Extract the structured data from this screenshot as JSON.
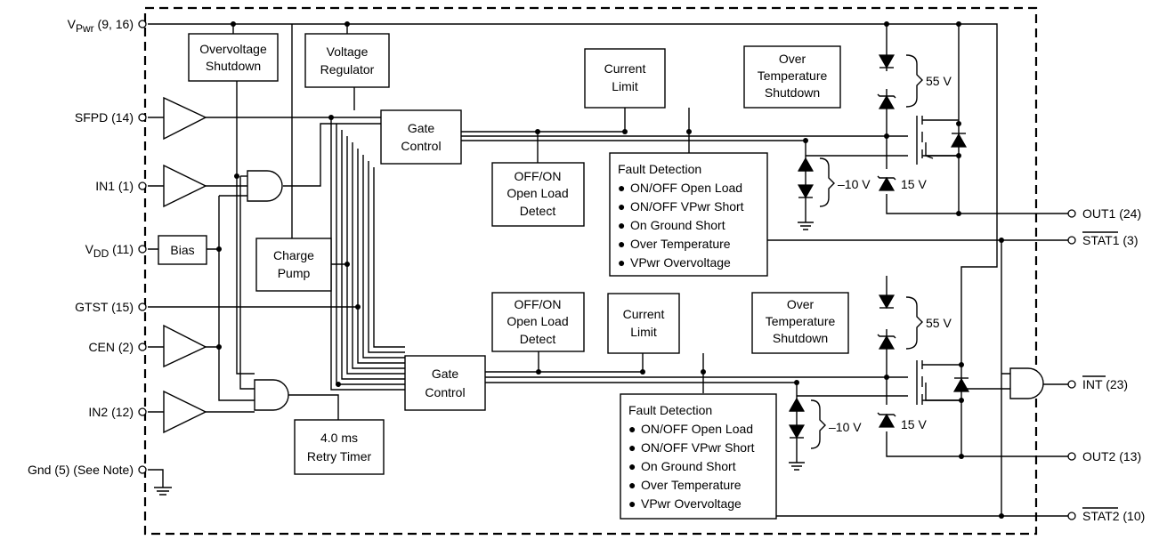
{
  "pins_left": {
    "vpwr": "VPwr (9, 16)",
    "sfpd": "SFPD (14)",
    "in1": "IN1 (1)",
    "vdd": "VDD (11)",
    "gtst": "GTST (15)",
    "cen": "CEN (2)",
    "in2": "IN2 (12)",
    "gnd": "Gnd (5) (See Note)"
  },
  "pins_right": {
    "out1": "OUT1 (24)",
    "stat1": "STAT1 (3)",
    "int": "INT (23)",
    "out2": "OUT2 (13)",
    "stat2": "STAT2 (10)"
  },
  "blocks": {
    "overvoltage_shutdown": [
      "Overvoltage",
      "Shutdown"
    ],
    "voltage_regulator": [
      "Voltage",
      "Regulator"
    ],
    "current_limit_1": [
      "Current",
      "Limit"
    ],
    "over_temp_1": [
      "Over",
      "Temperature",
      "Shutdown"
    ],
    "gate_control_1": [
      "Gate",
      "Control"
    ],
    "open_load_1": [
      "OFF/ON",
      "Open Load",
      "Detect"
    ],
    "bias": "Bias",
    "charge_pump": [
      "Charge",
      "Pump"
    ],
    "open_load_2": [
      "OFF/ON",
      "Open Load",
      "Detect"
    ],
    "current_limit_2": [
      "Current",
      "Limit"
    ],
    "over_temp_2": [
      "Over",
      "Temperature",
      "Shutdown"
    ],
    "gate_control_2": [
      "Gate",
      "Control"
    ],
    "retry_timer": [
      "4.0 ms",
      "Retry Timer"
    ]
  },
  "fault_detection": {
    "title": "Fault Detection",
    "items": [
      "ON/OFF Open Load",
      "ON/OFF VPwr Short",
      "On Ground Short",
      "Over Temperature",
      "VPwr Overvoltage"
    ]
  },
  "zener_labels": {
    "v55": "55 V",
    "v10": "–10 V",
    "v15": "15 V"
  }
}
